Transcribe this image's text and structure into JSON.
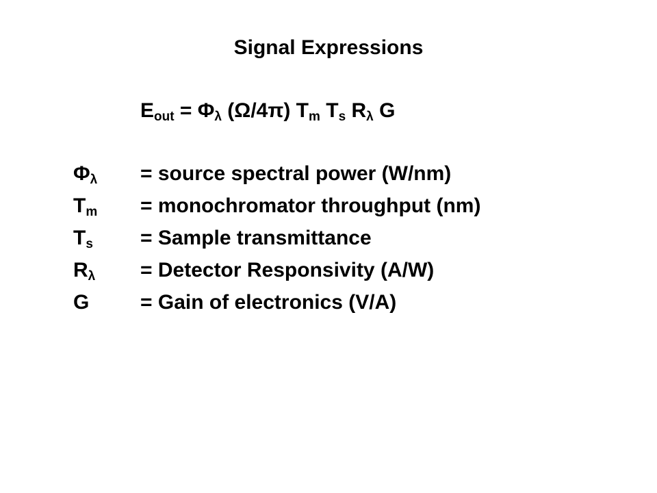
{
  "slide": {
    "title": "Signal Expressions",
    "equation": {
      "lhs": "E",
      "lhs_sub": "out",
      "eq": " = ",
      "t1": "Φ",
      "t1_sub": "λ",
      "t2": " (Ω/4π) ",
      "t3": "T",
      "t3_sub": "m",
      "t4": " T",
      "t4_sub": "s",
      "t5": " R",
      "t5_sub": "λ",
      "t6": " G"
    },
    "definitions": [
      {
        "symbol": "Φ",
        "sub": "λ",
        "description": "= source spectral power (W/nm)"
      },
      {
        "symbol": "T",
        "sub": "m",
        "description": "= monochromator throughput (nm)"
      },
      {
        "symbol": "T",
        "sub": "s",
        "description": "= Sample transmittance"
      },
      {
        "symbol": "R",
        "sub": "λ",
        "description": "= Detector Responsivity (A/W)"
      },
      {
        "symbol": "G",
        "sub": "",
        "description": "= Gain of electronics (V/A)"
      }
    ]
  }
}
